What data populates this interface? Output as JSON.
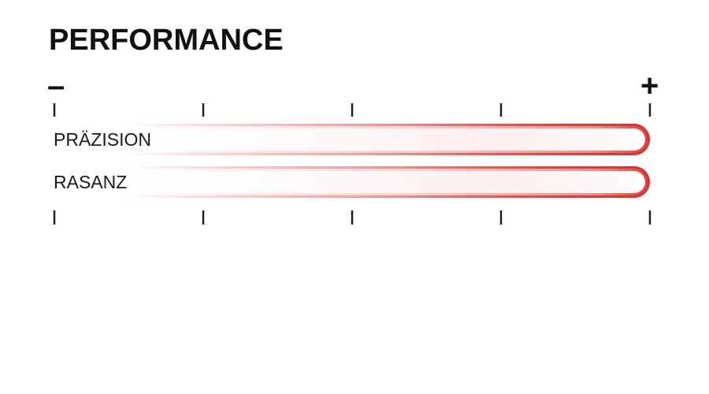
{
  "chart_data": {
    "type": "bar",
    "title": "PERFORMANCE",
    "scale_min_label": "–",
    "scale_max_label": "+",
    "xlim": [
      0,
      4
    ],
    "ticks": [
      0,
      1,
      2,
      3,
      4
    ],
    "categories": [
      "PRÄZISION",
      "RASANZ"
    ],
    "values": [
      4,
      4
    ],
    "bar_color": "#e0322d"
  }
}
